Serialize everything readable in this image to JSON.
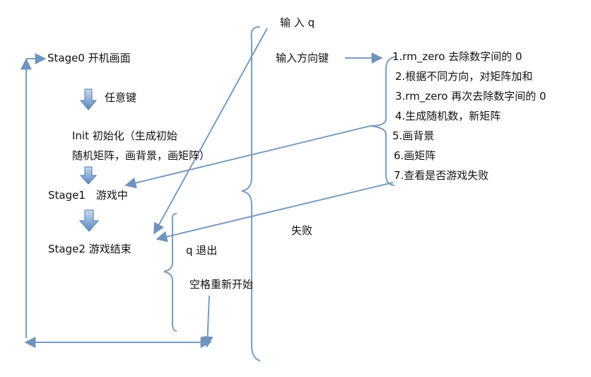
{
  "stages": {
    "stage0": "Stage0 开机画面",
    "any_key": "任意键",
    "init_line1": "Init 初始化（生成初始",
    "init_line2": "随机矩阵，画背景，画矩阵）",
    "stage1": "Stage1　游戏中",
    "stage2": "Stage2 游戏结束"
  },
  "inputs": {
    "input_q": "输  入 q",
    "input_direction": "输入方向键",
    "fail": "失败",
    "q_exit": "q 退出",
    "space_restart": "空格重新开始"
  },
  "steps": [
    "1.rm_zero 去除数字间的 0",
    "2.根据不同方向，对矩阵加和",
    "3.rm_zero 再次去除数字间的 0",
    "4.生成随机数，新矩阵",
    "5.画背景",
    "6.画矩阵",
    "7.查看是否游戏失败"
  ],
  "colors": {
    "line": "#7a9cc0",
    "arrow_fill_top": "#c8daf0",
    "arrow_fill_bottom": "#5a86bd"
  }
}
